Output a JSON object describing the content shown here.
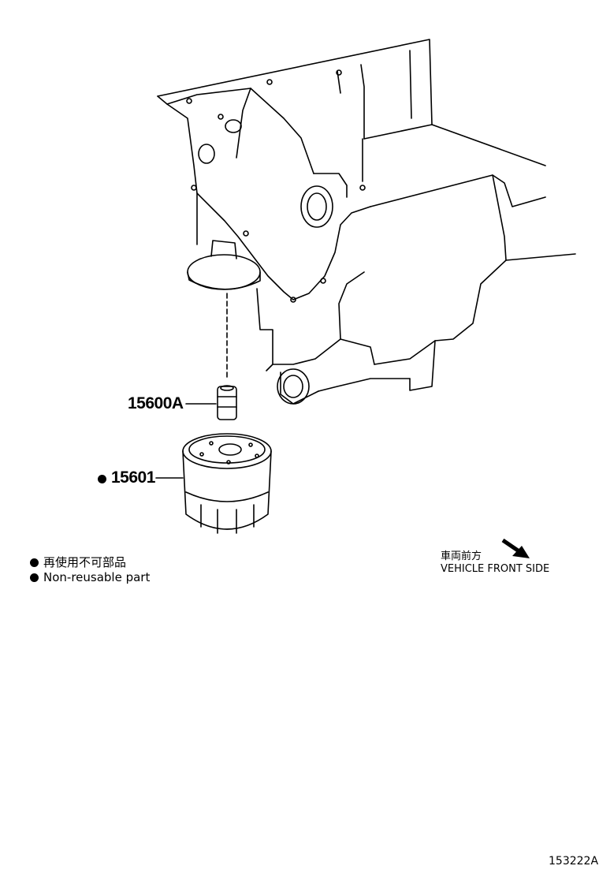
{
  "callouts": {
    "part_union": "15600A",
    "part_filter": "15601"
  },
  "legend": {
    "non_reusable_jp": "再使用不可部品",
    "non_reusable_en": "Non-reusable part"
  },
  "orientation": {
    "label_jp": "車両前方",
    "label_en": "VEHICLE FRONT SIDE"
  },
  "figure_id": "153222A"
}
